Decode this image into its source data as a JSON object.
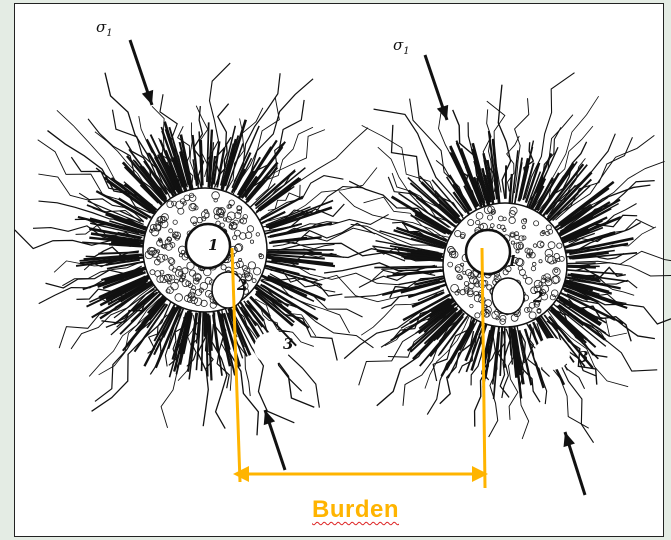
{
  "diagram": {
    "label": "Burden",
    "stress_label": "σ",
    "stress_subscript": "1",
    "zone_labels": [
      "1",
      "2",
      "3"
    ],
    "colors": {
      "burden": "#ffb400",
      "ink": "#111111",
      "background": "#ffffff",
      "outer_background": "#e4ece4"
    }
  }
}
